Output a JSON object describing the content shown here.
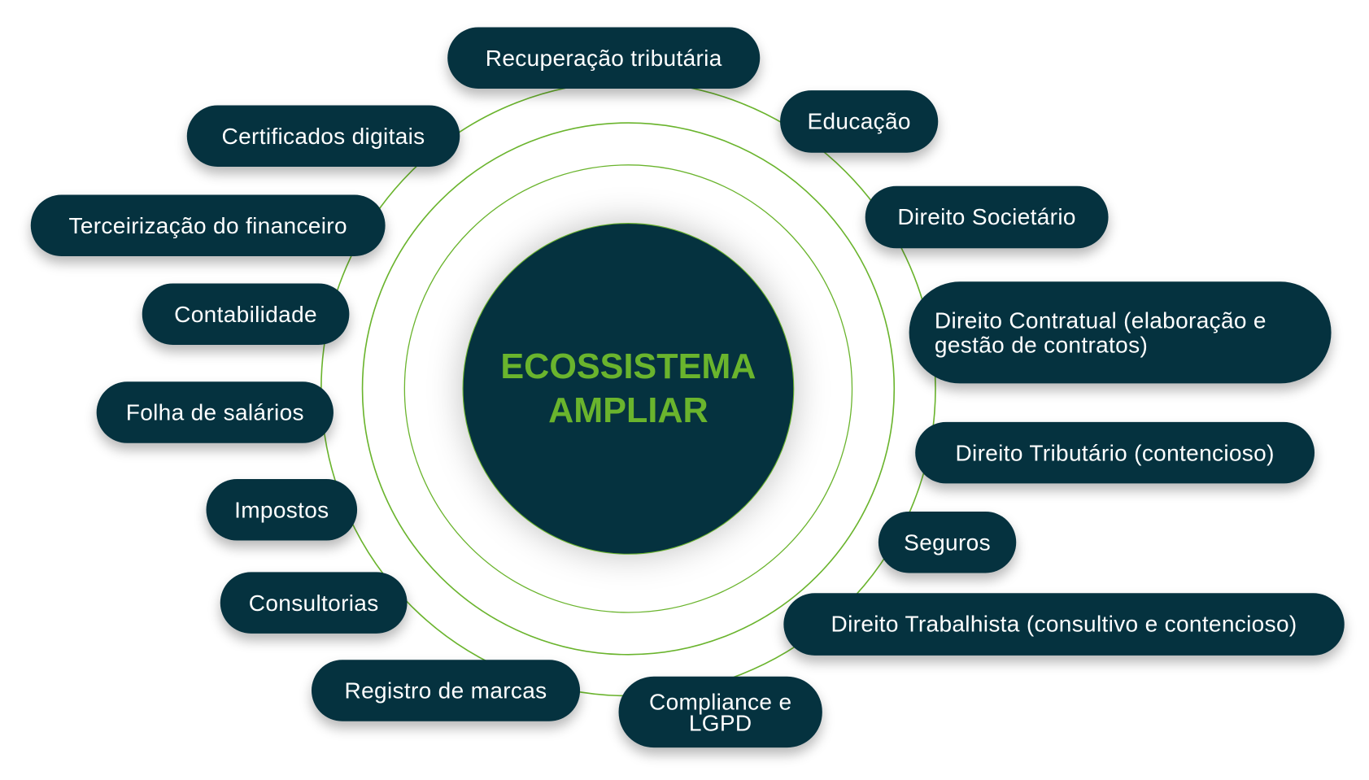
{
  "colors": {
    "navy": "#05323f",
    "green": "#6ab42d"
  },
  "center": {
    "line1": "ECOSSISTEMA",
    "line2": "AMPLIAR"
  },
  "services": [
    {
      "label": "Recuperação tributária"
    },
    {
      "label": "Educação"
    },
    {
      "label": "Direito Societário"
    },
    {
      "line1": "Direito Contratual (elaboração e",
      "line2": "gestão de contratos)"
    },
    {
      "label": "Direito Tributário (contencioso)"
    },
    {
      "label": "Seguros"
    },
    {
      "label": "Direito Trabalhista (consultivo e contencioso)"
    },
    {
      "line1": "Compliance e",
      "line2": "LGPD"
    },
    {
      "label": "Registro de marcas"
    },
    {
      "label": "Consultorias"
    },
    {
      "label": "Impostos"
    },
    {
      "label": "Folha de salários"
    },
    {
      "label": "Contabilidade"
    },
    {
      "label": "Terceirização do financeiro"
    },
    {
      "label": "Certificados digitais"
    }
  ]
}
